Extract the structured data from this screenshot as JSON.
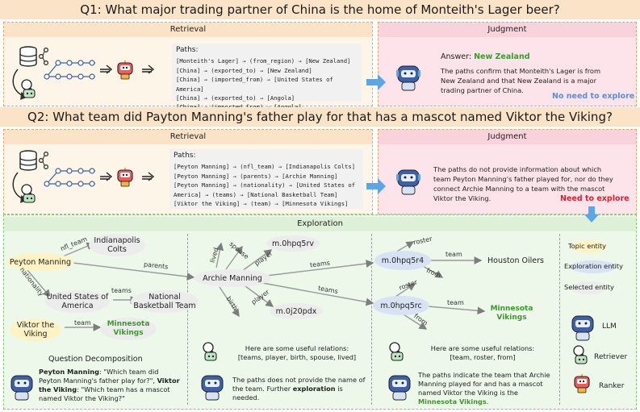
{
  "q1": {
    "question": "Q1: What major trading partner of China is the home of Monteith's Lager beer?",
    "retrieval_title": "Retrieval",
    "judgment_title": "Judgment",
    "paths_header": "Paths:",
    "paths": [
      "[Monteith's Lager] → (from_region) → [New Zealand]",
      "[China] → (exported_to) → [New Zealand]",
      "[China] → (imported_from) → [United States of America]",
      "[China] → (exported_to) → [Angola]",
      "[China] → (imported_from) → [Angola]"
    ],
    "answer_label": "Answer:",
    "answer_value": "New Zealand",
    "judgment_text": "The paths confirm that Monteith's Lager is from New Zealand and that New Zealand is a major trading partner of China.",
    "decision": "No need to explore"
  },
  "q2": {
    "question": "Q2: What team did Payton Manning's father play for that has a mascot named Viktor the Viking?",
    "retrieval_title": "Retrieval",
    "judgment_title": "Judgment",
    "paths_header": "Paths:",
    "paths": [
      "[Peyton Manning] → (nfl_team) → [Indianapolis Colts]",
      "[Peyton Manning] → (parents) → [Archie Manning]",
      "[Peyton Manning] → (nationality) → [United States of",
      "America] → (teams) → [National Basketball Team]",
      "[Viktor the Viking] → (team) → [Minnesota Vikings]"
    ],
    "judgment_text": "The paths do not provide information about which team Peyton Manning's father played for, nor do they connect Archie Manning to a team with the mascot Viktor the Viking.",
    "decision": "Need to explore"
  },
  "exploration": {
    "title": "Exploration",
    "nodes": {
      "peyton": "Peyton Manning",
      "colts": "Indianapolis Colts",
      "usa": "United States of America",
      "nbt": "National Basketball Team",
      "viktor": "Viktor the Viking",
      "vikings1": "Minnesota Vikings",
      "archie": "Archie Manning",
      "m5rv": "m.0hpq5rv",
      "m20pdx": "m.0j20pdx",
      "m5r4": "m.0hpq5r4",
      "m5rc": "m.0hpq5rc",
      "oilers": "Houston Oilers",
      "vikings2": "Minnesota Vikings"
    },
    "edges": {
      "nfl_team": "nfl_team",
      "parents": "parents",
      "nationality": "nationality",
      "teams1": "teams",
      "team1": "team",
      "lived": "lived",
      "spouse": "spouse",
      "player1": "player",
      "teams2": "teams",
      "birth": "birth",
      "player2": "player",
      "teams3": "teams",
      "roster1": "roster",
      "team2": "team",
      "from1": "from",
      "roster2": "roster",
      "team3": "team",
      "from2": "from"
    },
    "qd_title": "Question Decomposition",
    "qd_1_name": "Peyton Manning",
    "qd_1_text": ": \"Which team did Peyton Manning's father play for?\",",
    "qd_2_name": "Viktor the Viking",
    "qd_2_text": ": \"Which team has a mascot named Viktor the Viking?\"",
    "mid_relations_intro": "Here are some useful relations:",
    "mid_relations": "[teams, player, birth, spouse, lived]",
    "mid_llm_pre": "The paths does not provide the name of the team. Further ",
    "mid_llm_bold": "exploration",
    "mid_llm_post": " is needed.",
    "right_relations_intro": "Here are some useful relations:",
    "right_relations": "[team, roster, from]",
    "right_llm_pre": "The paths indicate the team that Archie Manning played for and has a mascot named Viktor the Viking is the ",
    "right_llm_answer": "Minnesota Vikings",
    "right_llm_post": "."
  },
  "legend": {
    "topic": "Topic entity",
    "exploration": "Exploration entity",
    "selected": "Selected entity",
    "llm": "LLM",
    "retriever": "Retriever",
    "ranker": "Ranker"
  },
  "colors": {
    "question_bar": "#fbe3c8",
    "retrieval_bg": "#fdf6e8",
    "judgment_bg": "#fce4ea",
    "exploration_bg": "#edf7ea",
    "answer_green": "#3b9a2b",
    "explore_red": "#d7242c",
    "no_explore_blue": "#5b8fd4",
    "arrow_blue": "#5aa6e6"
  },
  "icons": [
    "database-icon",
    "magnifier-icon",
    "graph-chain-icon",
    "robot-ranker-icon",
    "llm-bot-icon",
    "retriever-bot-icon",
    "right-arrow-icon",
    "blue-arrow-icon"
  ]
}
